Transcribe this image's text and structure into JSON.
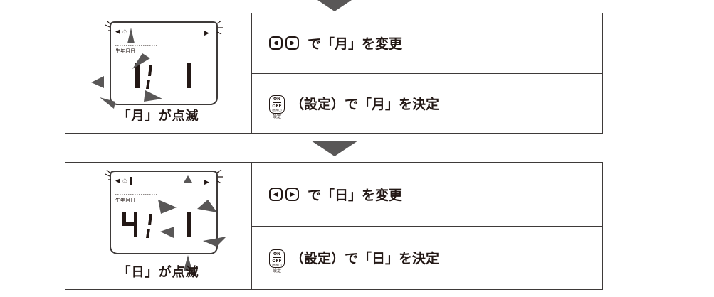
{
  "step_month": {
    "caption": "「月」が点滅",
    "lcd_label": "生年月日",
    "month_digit": "1",
    "day_digit": "1",
    "row1_text": "で「月」を変更",
    "row2_text": "（設定）で「月」を決定",
    "onoff_key": {
      "on": "ON",
      "off": "OFF",
      "sub": "(長押し)",
      "caption": "設定"
    }
  },
  "step_day": {
    "caption": "「日」が点滅",
    "lcd_label": "生年月日",
    "month_digit": "4",
    "day_digit": "1",
    "row1_text": "で「日」を変更",
    "row2_text": "（設定）で「日」を決定",
    "onoff_key": {
      "on": "ON",
      "off": "OFF",
      "sub": "(長押し)",
      "caption": "設定"
    }
  },
  "icons": {
    "left_key": "left-triangle-key-icon",
    "right_key": "right-triangle-key-icon",
    "flow_arrow": "down-triangle-arrow-icon",
    "blink_marks": "blink-indicator-icon"
  },
  "colors": {
    "arrow": "#595757",
    "line": "#3e3a39",
    "text": "#231815"
  }
}
